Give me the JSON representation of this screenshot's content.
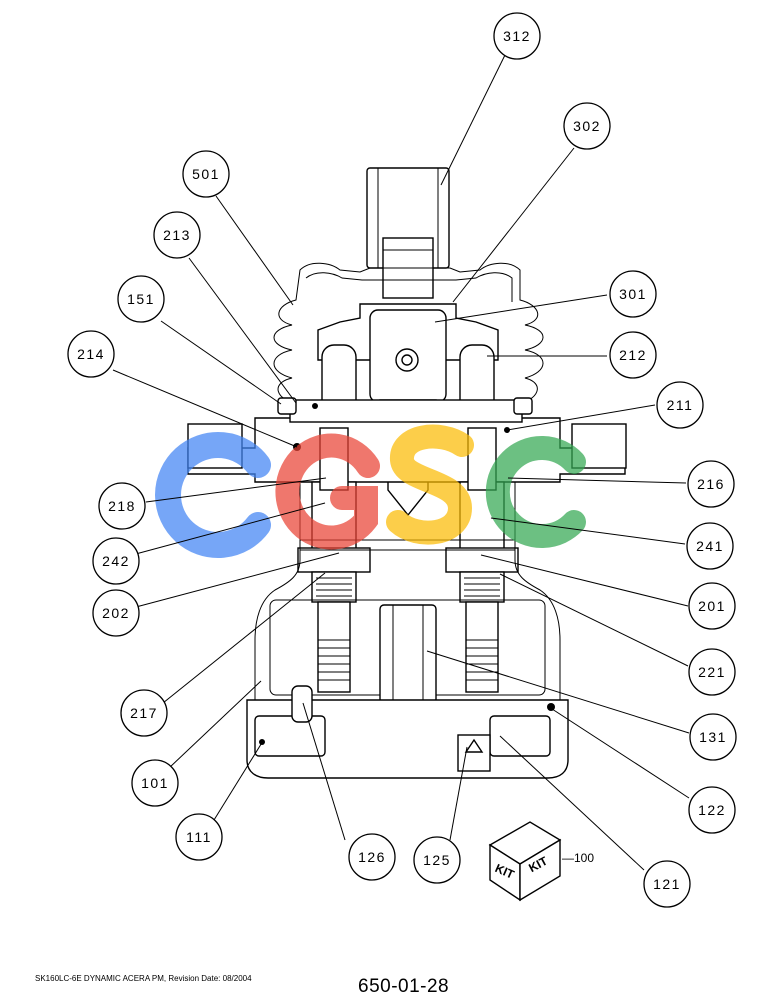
{
  "watermark": {
    "letters": [
      "C",
      "G",
      "S",
      "C"
    ],
    "colors": [
      "#4285F4",
      "#EA4335",
      "#FBBC05",
      "#34A853"
    ]
  },
  "callouts": {
    "c312": "312",
    "c302": "302",
    "c501": "501",
    "c213": "213",
    "c151": "151",
    "c301": "301",
    "c214": "214",
    "c212": "212",
    "c211": "211",
    "c216": "216",
    "c218": "218",
    "c242": "242",
    "c241": "241",
    "c202": "202",
    "c201": "201",
    "c221": "221",
    "c217": "217",
    "c131": "131",
    "c101": "101",
    "c122": "122",
    "c111": "111",
    "c126": "126",
    "c125": "125",
    "c121": "121"
  },
  "kit": {
    "label_left": "KIT",
    "label_right": "KIT",
    "ref": "—100"
  },
  "footer": {
    "caption": "SK160LC-6E DYNAMIC ACERA PM, Revision Date: 08/2004",
    "page_number": "650-01-28"
  }
}
